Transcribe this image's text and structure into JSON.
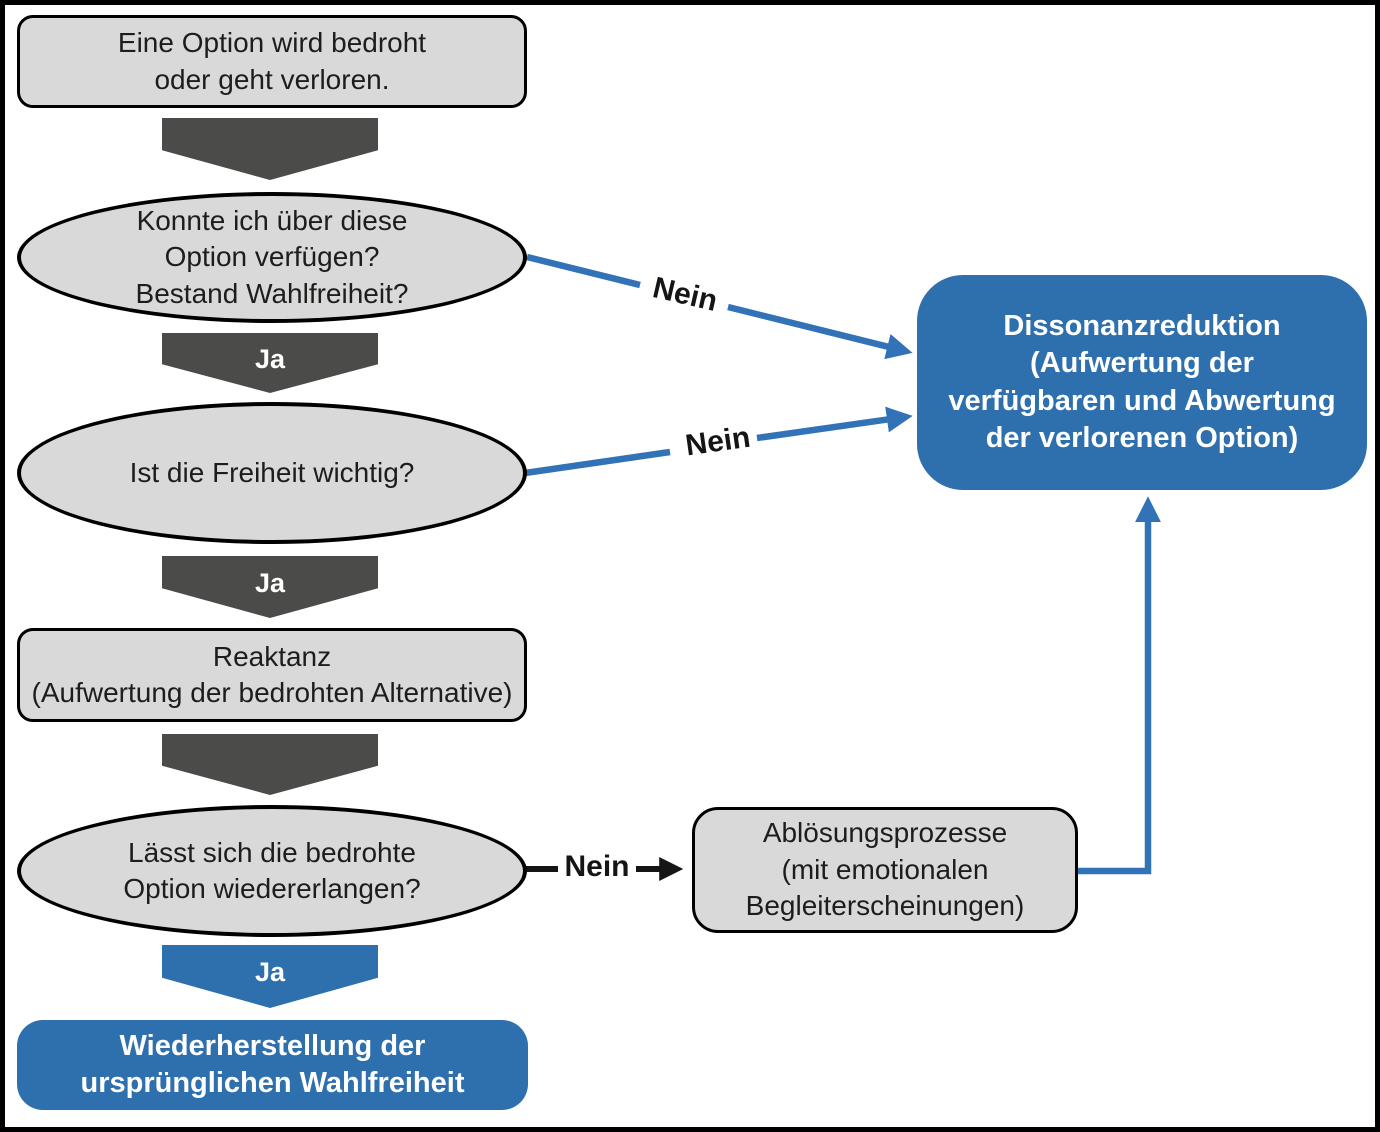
{
  "colors": {
    "canvas_bg": "#ffffff",
    "node_gray": "#d9d9d9",
    "node_blue": "#2e6fad",
    "arrow_dark": "#4b4b49",
    "connector_blue": "#3273b8",
    "connector_black": "#151515",
    "text_dark": "#1d1d1b",
    "text_light": "#ffffff"
  },
  "nodes": {
    "start": {
      "lines": [
        "Eine Option wird bedroht",
        "oder geht verloren."
      ]
    },
    "q_option_available": {
      "lines": [
        "Konnte ich über diese",
        "Option verfügen?",
        "Bestand Wahlfreiheit?"
      ]
    },
    "q_freedom_important": {
      "lines": [
        "Ist die Freiheit wichtig?"
      ]
    },
    "reaktanz": {
      "lines": [
        "Reaktanz",
        "(Aufwertung der bedrohten Alternative)"
      ]
    },
    "q_option_regain": {
      "lines": [
        "Lässt sich die bedrohte",
        "Option wiedererlangen?"
      ]
    },
    "restore": {
      "lines": [
        "Wiederherstellung der",
        "ursprünglichen Wahlfreiheit"
      ]
    },
    "dissonanzreduktion": {
      "lines": [
        "Dissonanzreduktion",
        "(Aufwertung der",
        "verfügbaren und Abwertung",
        "der verlorenen Option)"
      ]
    },
    "abloesungsprozesse": {
      "lines": [
        "Ablösungsprozesse",
        "(mit emotionalen",
        "Begleiterscheinungen)"
      ]
    }
  },
  "labels": {
    "ja1": "Ja",
    "ja2": "Ja",
    "ja3": "Ja",
    "nein1": "Nein",
    "nein2": "Nein",
    "nein3": "Nein"
  }
}
